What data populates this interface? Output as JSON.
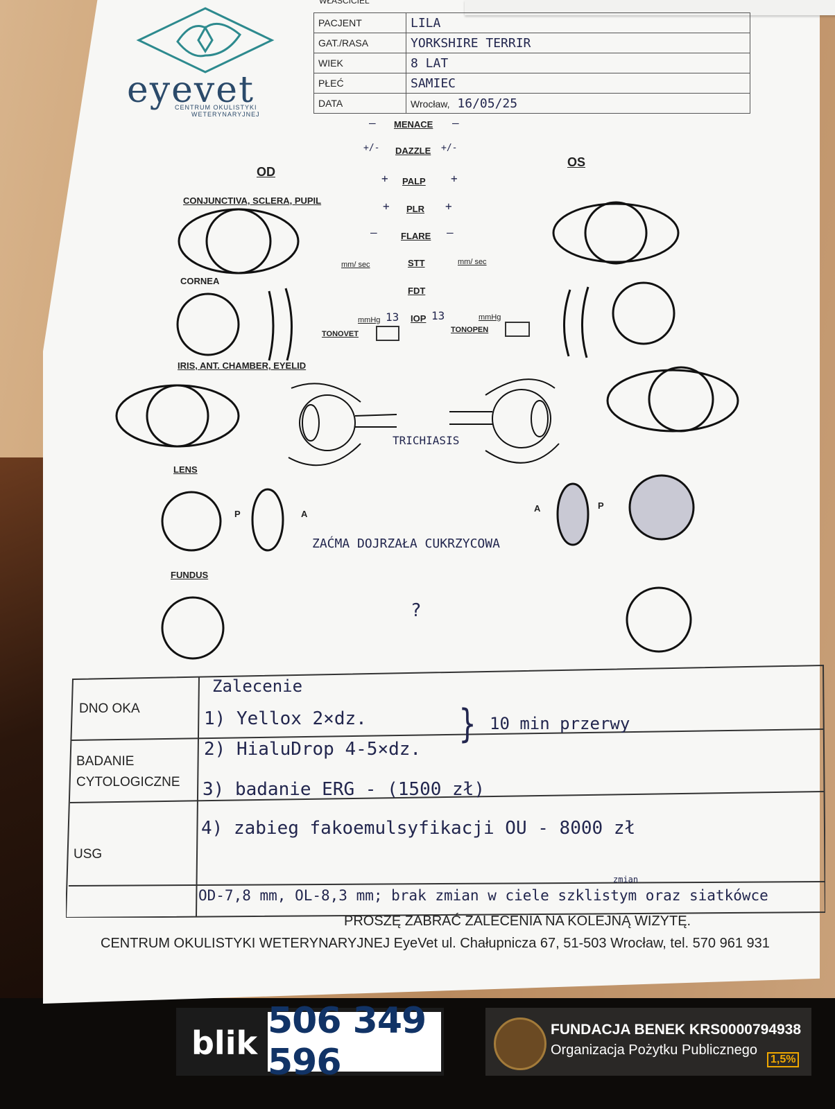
{
  "header": {
    "owner_label": "WŁAŚCICIEL",
    "rows": [
      {
        "label": "PACJENT",
        "value": "LILA"
      },
      {
        "label": "GAT./RASA",
        "value": "YORKSHIRE TERRIR"
      },
      {
        "label": "WIEK",
        "value": "8 LAT"
      },
      {
        "label": "PŁEĆ",
        "value": "SAMIEC"
      },
      {
        "label": "DATA",
        "prefix": "Wrocław,",
        "value": "16/05/25"
      }
    ]
  },
  "logo": {
    "name": "eyevet",
    "subtitle_1": "CENTRUM OKULISTYKI",
    "subtitle_2": "WETERYNARYJNEJ"
  },
  "exam": {
    "od": "OD",
    "os": "OS",
    "menace": {
      "label": "MENACE",
      "od": "–",
      "os": "–"
    },
    "dazzle": {
      "label": "DAZZLE",
      "od": "+/-",
      "os": "+/-"
    },
    "palp": {
      "label": "PALP",
      "od": "+",
      "os": "+"
    },
    "plr": {
      "label": "PLR",
      "od": "+",
      "os": "+"
    },
    "flare": {
      "label": "FLARE",
      "od": "–",
      "os": "–"
    },
    "stt": {
      "label": "STT",
      "unit": "mm/ sec"
    },
    "fdt": {
      "label": "FDT"
    },
    "iop": {
      "label": "IOP",
      "od": "13",
      "os": "13",
      "unit": "mmHg"
    },
    "tonovet": "TONOVET",
    "tonopen": "TONOPEN",
    "sections": {
      "conjunctiva": "CONJUNCTIVA, SCLERA, PUPIL",
      "cornea": "CORNEA",
      "iris": "IRIS, ANT. CHAMBER, EYELID",
      "lens": "LENS",
      "fundus": "FUNDUS"
    },
    "lens_p": "P",
    "lens_a": "A",
    "note_trichiasis": "TRICHIASIS",
    "note_lens": "ZAĆMA DOJRZAŁA CUKRZYCOWA",
    "note_fundus": "?"
  },
  "recommendations": {
    "row_labels": [
      "DNO OKA",
      "BADANIE CYTOLOGICZNE",
      "USG"
    ],
    "title": "Zalecenie",
    "items": [
      "1) Yellox 2×dz.",
      "2) HialuDrop 4-5×dz.",
      "3) badanie ERG - (1500 zł)",
      "4) zabieg fakoemulsyfikacji OU - 8000 zł"
    ],
    "interval": "10 min przerwy",
    "usg_note": "OD-7,8 mm, OL-8,3 mm; brak zmian w ciele szklistym oraz siatkówce",
    "usg_note_extra": "zmian",
    "bring_note": "PROSZĘ ZABRAĆ ZALECENIA NA KOLEJNĄ WIZYTĘ."
  },
  "footer": "CENTRUM OKULISTYKI WETERYNARYJNEJ EyeVet ul. Chałupnicza 67, 51-503 Wrocław, tel. 570 961 931",
  "banner": {
    "blik_logo": "blik",
    "phone": "506 349 596",
    "foundation": "FUNDACJA BENEK KRS0000794938",
    "foundation_sub": "Organizacja Pożytku Publicznego",
    "badge": "1,5%"
  },
  "colors": {
    "ink": "#22264e",
    "logo_teal": "#2d8a8e",
    "logo_navy": "#2b4a6a",
    "badge": "#f0a800"
  }
}
